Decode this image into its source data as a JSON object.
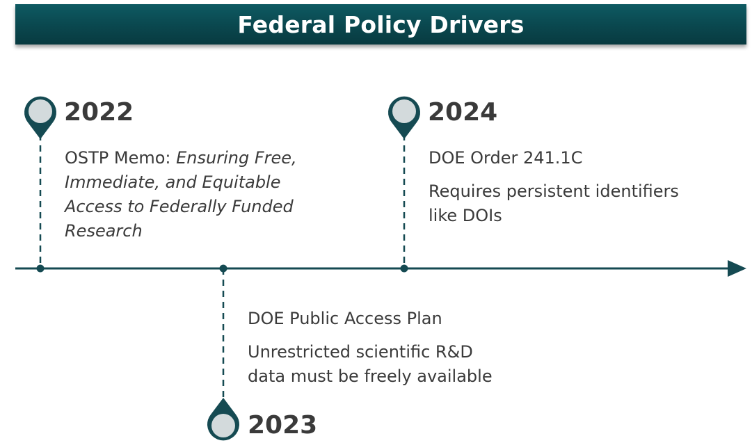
{
  "title": "Federal Policy Drivers",
  "colors": {
    "banner": "#0a474e",
    "line": "#154a52",
    "pin_fill": "#d3dadc",
    "pin_stroke": "#154a52",
    "text": "#3a3a3a"
  },
  "events": [
    {
      "year": "2022",
      "line1_prefix": "OSTP Memo: ",
      "line1_italic": "Ensuring Free,",
      "line2_italic": "Immediate, and Equitable",
      "line3_italic": "Access to Federally Funded",
      "line4_italic": "Research"
    },
    {
      "year": "2023",
      "heading": "DOE Public Access Plan",
      "detail_line1": "Unrestricted scientific R&D",
      "detail_line2": "data must be freely available"
    },
    {
      "year": "2024",
      "heading": "DOE Order 241.1C",
      "detail_line1": "Requires persistent identifiers",
      "detail_line2": "like DOIs"
    }
  ]
}
